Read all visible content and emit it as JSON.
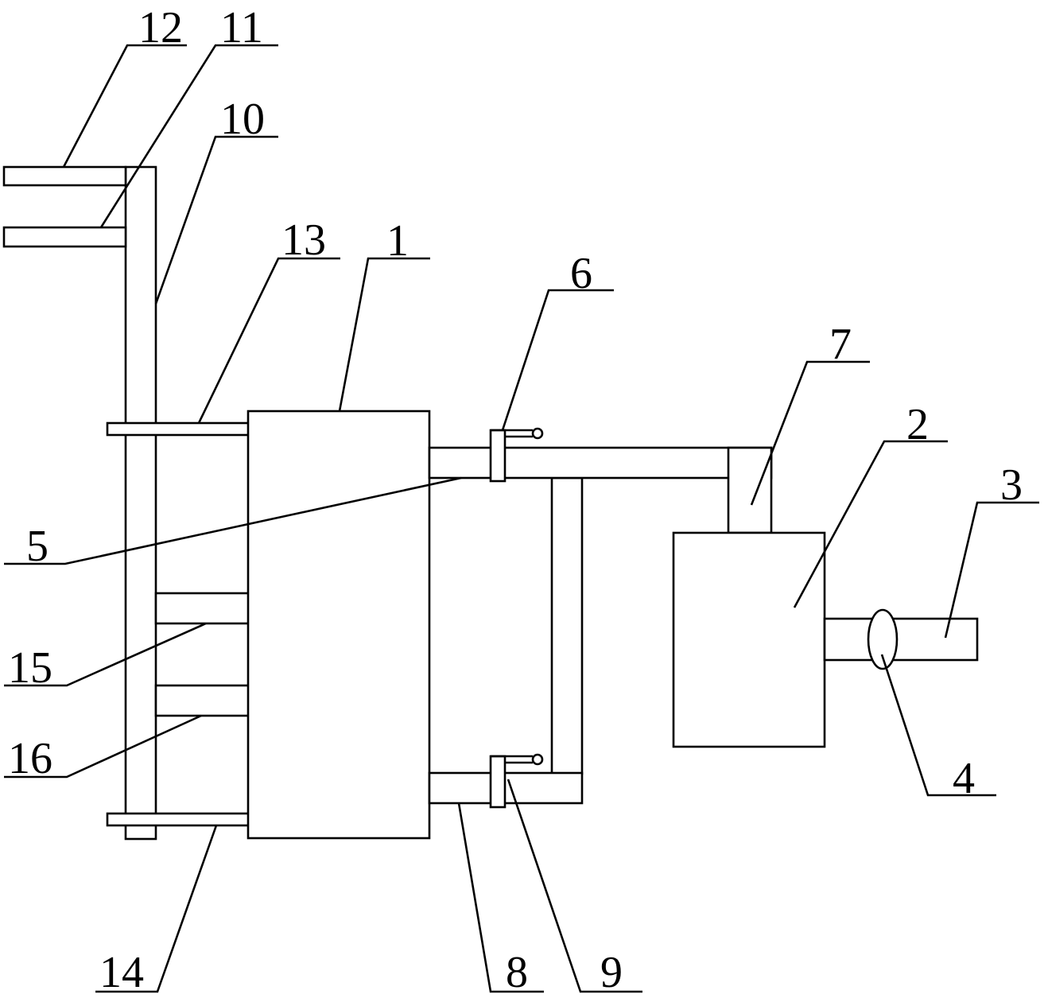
{
  "diagram": {
    "labels": [
      {
        "id": "l1",
        "text": "1"
      },
      {
        "id": "l2",
        "text": "2"
      },
      {
        "id": "l3",
        "text": "3"
      },
      {
        "id": "l4",
        "text": "4"
      },
      {
        "id": "l5",
        "text": "5"
      },
      {
        "id": "l6",
        "text": "6"
      },
      {
        "id": "l7",
        "text": "7"
      },
      {
        "id": "l8",
        "text": "8"
      },
      {
        "id": "l9",
        "text": "9"
      },
      {
        "id": "l10",
        "text": "10"
      },
      {
        "id": "l11",
        "text": "11"
      },
      {
        "id": "l12",
        "text": "12"
      },
      {
        "id": "l13",
        "text": "13"
      },
      {
        "id": "l14",
        "text": "14"
      },
      {
        "id": "l15",
        "text": "15"
      },
      {
        "id": "l16",
        "text": "16"
      }
    ]
  },
  "colors": {
    "stroke": "#000000",
    "background": "#ffffff"
  }
}
